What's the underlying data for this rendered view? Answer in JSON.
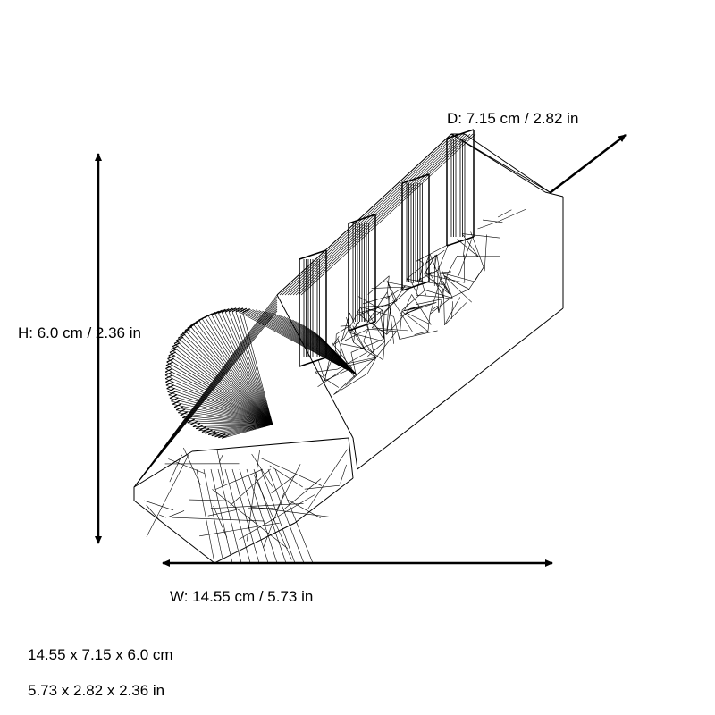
{
  "dimensions": {
    "height_label": "H: 6.0 cm / 2.36 in",
    "width_label": "W: 14.55 cm / 5.73 in",
    "depth_label": "D: 7.15 cm / 2.82 in",
    "summary_cm": "14.55 x 7.15 x 6.0 cm",
    "summary_in": "5.73 x 2.82 x 2.36 in"
  },
  "colors": {
    "line": "#000000",
    "background": "#ffffff"
  }
}
